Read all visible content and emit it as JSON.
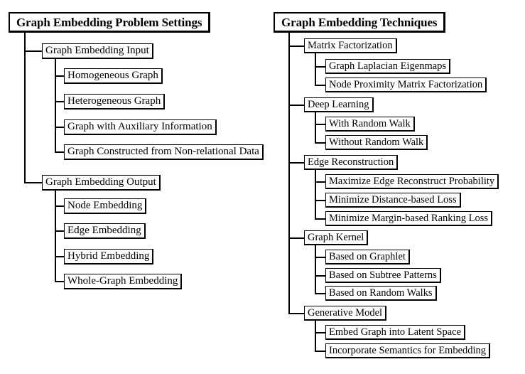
{
  "figure": {
    "kind": "taxonomy-tree-diagram",
    "line_color": "#000000",
    "box_border_color": "#000000",
    "box_fill_color": "#ffffff",
    "text_color": "#000000"
  },
  "trees": [
    {
      "id": "problem-settings",
      "root": "Graph Embedding Problem Settings",
      "branches": [
        {
          "label": "Graph Embedding Input",
          "children": [
            "Homogeneous Graph",
            "Heterogeneous Graph",
            "Graph with Auxiliary Information",
            "Graph Constructed from Non-relational Data"
          ]
        },
        {
          "label": "Graph Embedding Output",
          "children": [
            "Node Embedding",
            "Edge Embedding",
            "Hybrid Embedding",
            "Whole-Graph Embedding"
          ]
        }
      ]
    },
    {
      "id": "techniques",
      "root": "Graph Embedding Techniques",
      "branches": [
        {
          "label": "Matrix Factorization",
          "children": [
            "Graph Laplacian Eigenmaps",
            "Node Proximity Matrix Factorization"
          ]
        },
        {
          "label": "Deep Learning",
          "children": [
            "With Random Walk",
            "Without Random Walk"
          ]
        },
        {
          "label": "Edge Reconstruction",
          "children": [
            "Maximize Edge Reconstruct Probability",
            "Minimize Distance-based Loss",
            "Minimize Margin-based Ranking Loss"
          ]
        },
        {
          "label": "Graph Kernel",
          "children": [
            "Based on Graphlet",
            "Based on Subtree Patterns",
            "Based on Random Walks"
          ]
        },
        {
          "label": "Generative Model",
          "children": [
            "Embed Graph into Latent Space",
            "Incorporate Semantics for Embedding"
          ]
        }
      ]
    }
  ]
}
